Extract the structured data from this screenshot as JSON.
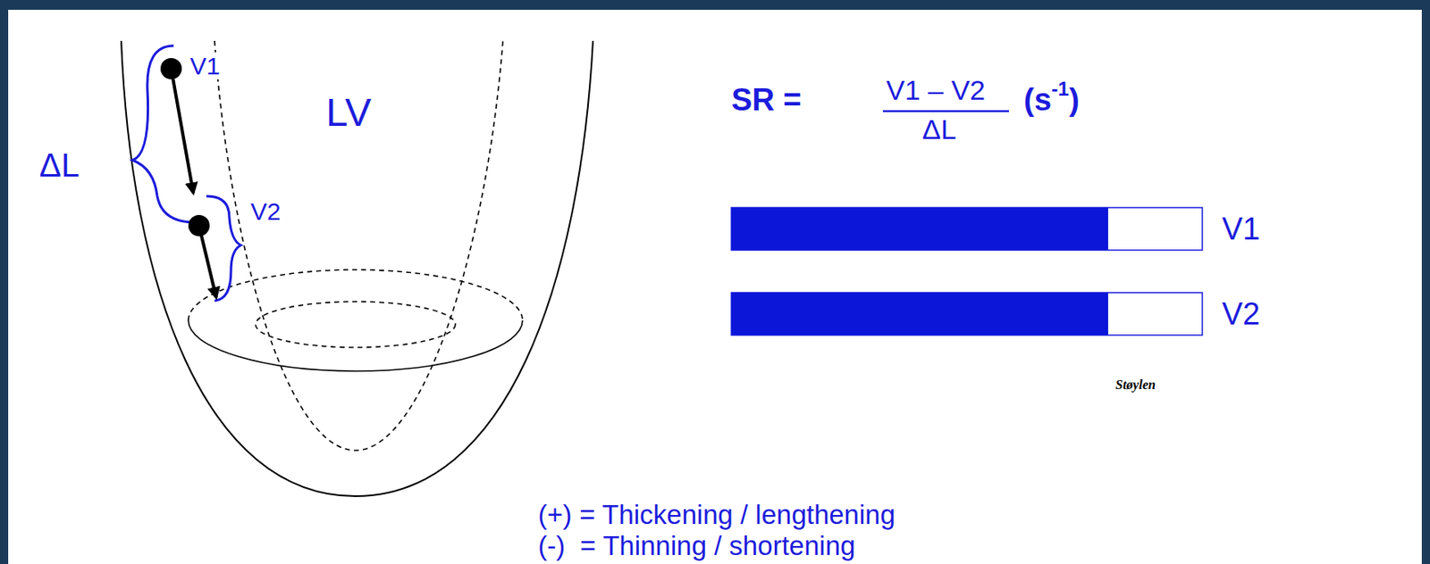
{
  "diagram": {
    "labels": [
      "V1",
      "LV",
      "ΔL",
      "V2",
      "SR =",
      "V1 – V2",
      "ΔL",
      "(s",
      "-1",
      ")",
      "V1",
      "V2",
      "Støylen",
      "(+) = Thickening / lengthening",
      "(-)  = Thinning / shortening"
    ]
  }
}
